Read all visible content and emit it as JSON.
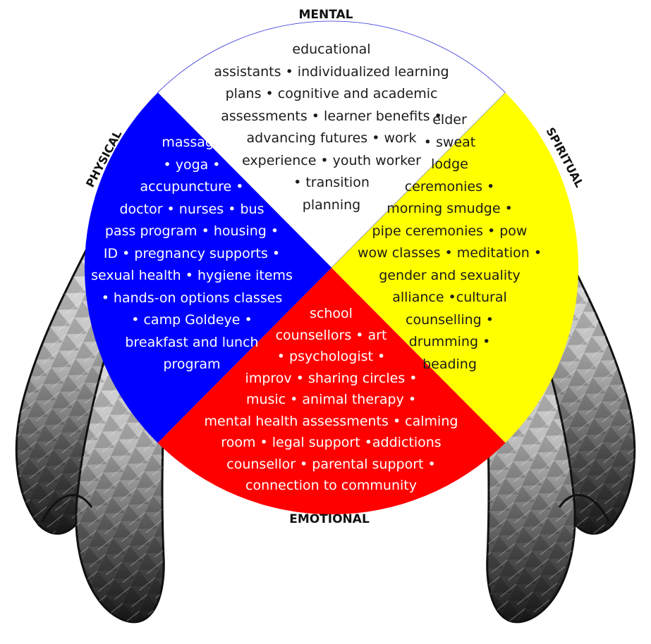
{
  "directions": {
    "mental": "MENTAL",
    "physical": "PHYSICAL",
    "spiritual": "SPIRITUAL",
    "emotional": "EMOTIONAL"
  },
  "colors": {
    "mental": "#ffffff",
    "physical": "#0000ff",
    "spiritual": "#ffff00",
    "emotional": "#ff0000"
  },
  "quadrants": {
    "mental": [
      "educational",
      "assistants • individualized learning",
      "plans • cognitive and academic",
      "assessments • learner benefits •",
      "advancing futures • work",
      "experience • youth worker",
      "• transition",
      "planning"
    ],
    "physical": [
      "massage",
      "• yoga •",
      "accupuncture •",
      "doctor • nurses • bus",
      "pass program • housing •",
      "ID • pregnancy supports •",
      "sexual health • hygiene items",
      "• hands-on options classes",
      "• camp Goldeye •",
      "breakfast and lunch",
      "program"
    ],
    "spiritual": [
      "elder",
      "• sweat",
      "lodge",
      "ceremonies •",
      "morning smudge •",
      "pipe ceremonies • pow",
      "wow classes • meditation •",
      "gender and sexuality",
      "alliance •cultural",
      "counselling •",
      "drumming •",
      "beading"
    ],
    "emotional": [
      "school",
      "counsellors • art",
      "• psychologist •",
      "improv • sharing circles •",
      "music • animal therapy •",
      "mental health assessments • calming",
      "room • legal support •addictions",
      "counsellor • parental support •",
      "connection to community"
    ]
  }
}
